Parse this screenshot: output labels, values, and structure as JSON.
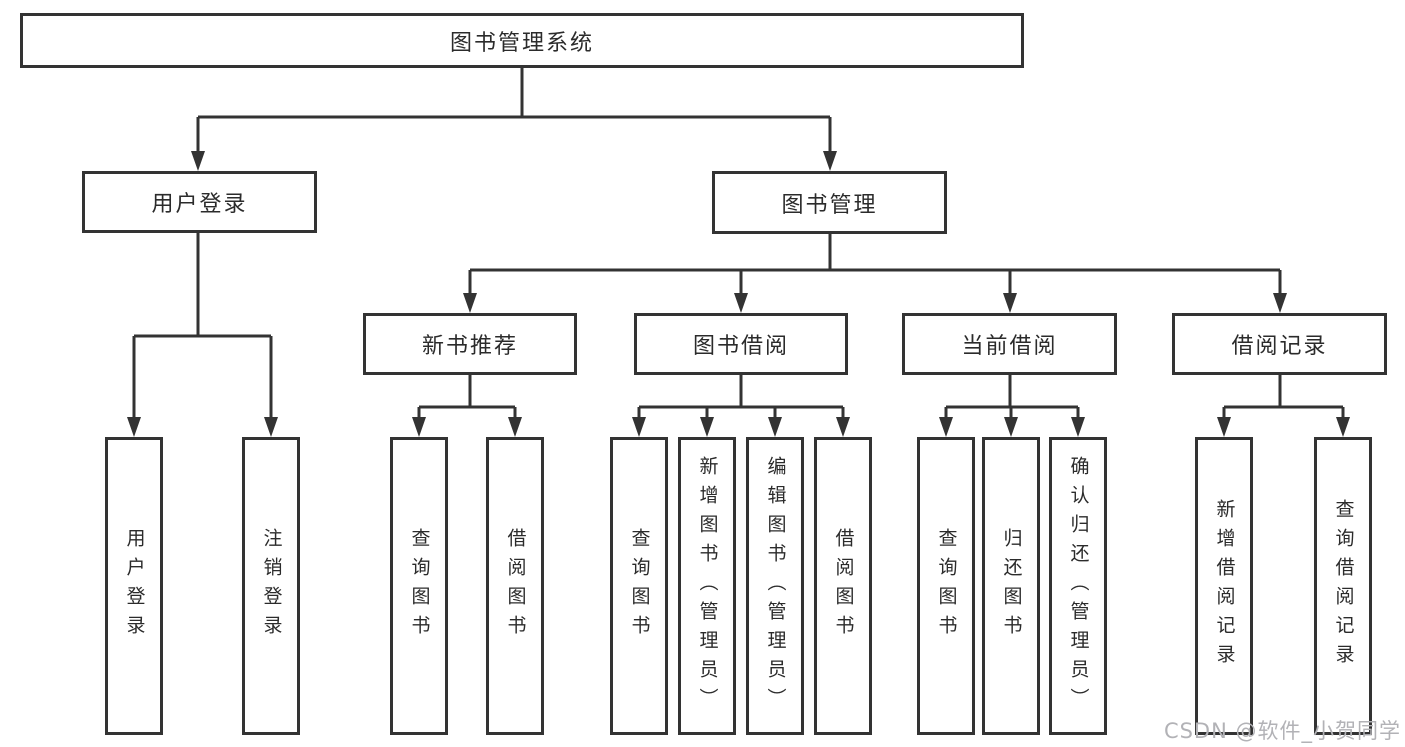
{
  "colors": {
    "line": "#333333",
    "box_border": "#333333",
    "box_background": "#ffffff",
    "text": "#2b2b2b",
    "watermark": "#b2b2b6"
  },
  "watermark": {
    "text": "CSDN @软件_小贺同学"
  },
  "tree": {
    "root": {
      "label": "图书管理系统"
    },
    "children": [
      {
        "label": "用户登录",
        "children": [
          {
            "label": "用户登录"
          },
          {
            "label": "注销登录"
          }
        ]
      },
      {
        "label": "图书管理",
        "children": [
          {
            "label": "新书推荐",
            "children": [
              {
                "label": "查询图书"
              },
              {
                "label": "借阅图书"
              }
            ]
          },
          {
            "label": "图书借阅",
            "children": [
              {
                "label": "查询图书"
              },
              {
                "label": "新增图书（管理员）"
              },
              {
                "label": "编辑图书（管理员）"
              },
              {
                "label": "借阅图书"
              }
            ]
          },
          {
            "label": "当前借阅",
            "children": [
              {
                "label": "查询图书"
              },
              {
                "label": "归还图书"
              },
              {
                "label": "确认归还（管理员）"
              }
            ]
          },
          {
            "label": "借阅记录",
            "children": [
              {
                "label": "新增借阅记录"
              },
              {
                "label": "查询借阅记录"
              }
            ]
          }
        ]
      }
    ]
  }
}
